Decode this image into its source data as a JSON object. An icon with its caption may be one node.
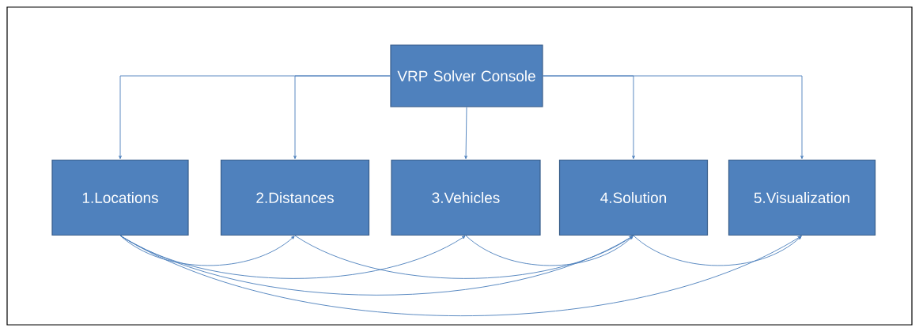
{
  "diagram": {
    "nodes": [
      {
        "text": [
          "VRP Solver Console"
        ]
      },
      {
        "text": [
          "1.Locations"
        ]
      },
      {
        "text": [
          "2.Distances"
        ]
      },
      {
        "text": [
          "3.Vehicles"
        ]
      },
      {
        "text": [
          "4.Solution"
        ]
      },
      {
        "text": [
          "5.Visualization"
        ]
      }
    ],
    "edges": [
      {
        "from": 0,
        "to": 1,
        "arrow": "to"
      },
      {
        "from": 0,
        "to": 2,
        "arrow": "to"
      },
      {
        "from": 0,
        "to": 3,
        "arrow": "to"
      },
      {
        "from": 0,
        "to": 4,
        "arrow": "to"
      },
      {
        "from": 0,
        "to": 5,
        "arrow": "to"
      },
      {
        "from": 1,
        "to": 2,
        "arrow": "to"
      },
      {
        "from": 1,
        "to": 3,
        "arrow": "to"
      },
      {
        "from": 1,
        "to": 4,
        "arrow": "to"
      },
      {
        "from": 1,
        "to": 5,
        "arrow": "to"
      },
      {
        "from": 2,
        "to": 4,
        "arrow": "to"
      },
      {
        "from": 3,
        "to": 4,
        "arrow": "to"
      },
      {
        "from": 4,
        "to": 5,
        "arrow": "to"
      }
    ]
  }
}
